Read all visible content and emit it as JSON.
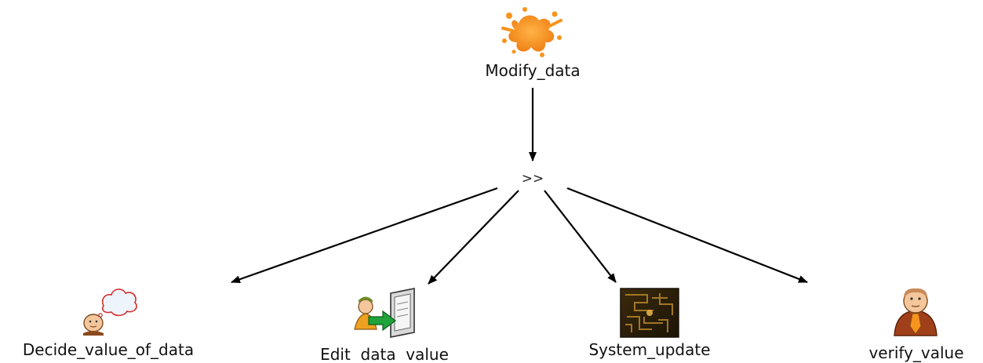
{
  "root": {
    "label": "Modify_data",
    "icon": "paint-splat-icon"
  },
  "operator": {
    "label": ">>"
  },
  "children": [
    {
      "label": "Decide_value_of_data",
      "icon": "thinking-person-icon"
    },
    {
      "label": "Edit  data  value",
      "icon": "person-editing-screen-icon"
    },
    {
      "label": "System_update",
      "icon": "system-maze-icon"
    },
    {
      "label": "verify_value",
      "icon": "person-with-tie-icon"
    }
  ],
  "colors": {
    "edge": "#000000",
    "splat": "#f7941d",
    "arrow_green": "#1fa33a"
  }
}
